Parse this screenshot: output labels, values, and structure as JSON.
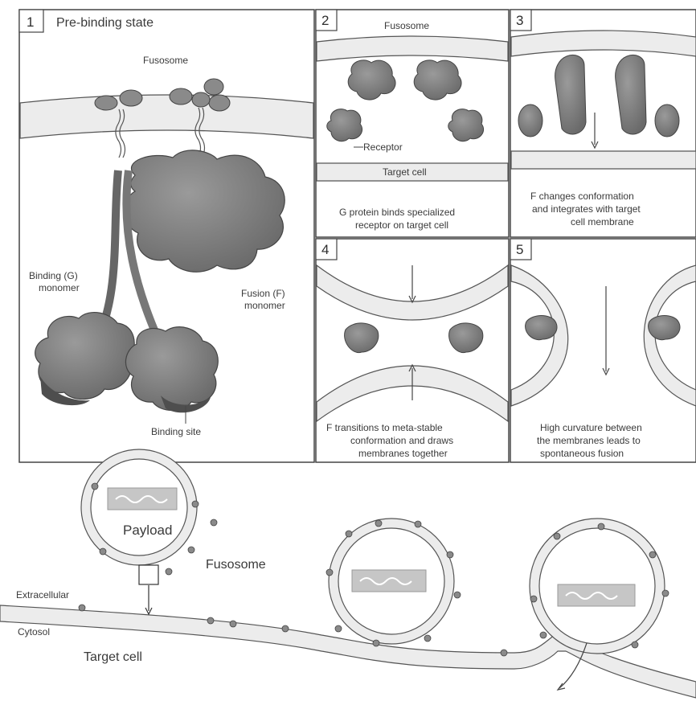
{
  "panels": {
    "p1": {
      "number": "1",
      "title": "Pre-binding state",
      "fusosome": "Fusosome",
      "g_line1": "Binding (G)",
      "g_line2": "monomer",
      "f_line1": "Fusion (F)",
      "f_line2": "monomer",
      "binding_site": "Binding site"
    },
    "p2": {
      "number": "2",
      "fusosome": "Fusosome",
      "receptor": "Receptor",
      "target": "Target cell",
      "cap1": "G protein binds specialized",
      "cap2": "receptor on target cell"
    },
    "p3": {
      "number": "3",
      "cap1": "F changes conformation",
      "cap2": "and integrates with target",
      "cap3": "cell membrane"
    },
    "p4": {
      "number": "4",
      "cap1": "F transitions to meta-stable",
      "cap2": "conformation and draws",
      "cap3": "membranes together"
    },
    "p5": {
      "number": "5",
      "cap1": "High curvature between",
      "cap2": "the membranes leads to",
      "cap3": "spontaneous fusion"
    }
  },
  "bottom": {
    "payload": "Payload",
    "fusosome": "Fusosome",
    "extracellular": "Extracellular",
    "cytosol": "Cytosol",
    "target_cell": "Target cell"
  },
  "colors": {
    "protein": "#7d7d7d",
    "protein_dark": "#555555",
    "membrane": "#e6e6e6",
    "stroke": "#333333",
    "panel_border": "#444444"
  }
}
